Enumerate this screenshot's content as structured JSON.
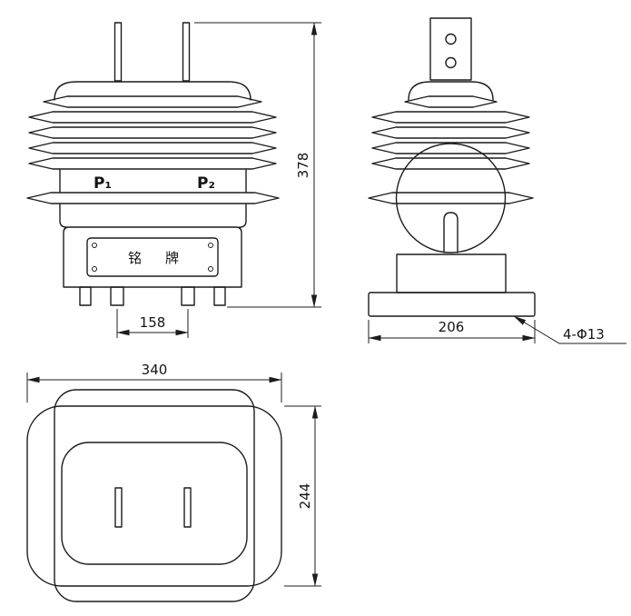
{
  "front_view": {
    "label_p1": "P₁",
    "label_p2": "P₂",
    "nameplate_text": "铭牌",
    "dim_height": "378",
    "dim_terminal_spacing": "158"
  },
  "side_view": {
    "dim_base_width": "206",
    "note_holes": "4-Φ13"
  },
  "plan_view": {
    "dim_width": "340",
    "dim_depth": "244"
  },
  "colors": {
    "line": "#1c1c1c",
    "background": "#ffffff"
  }
}
